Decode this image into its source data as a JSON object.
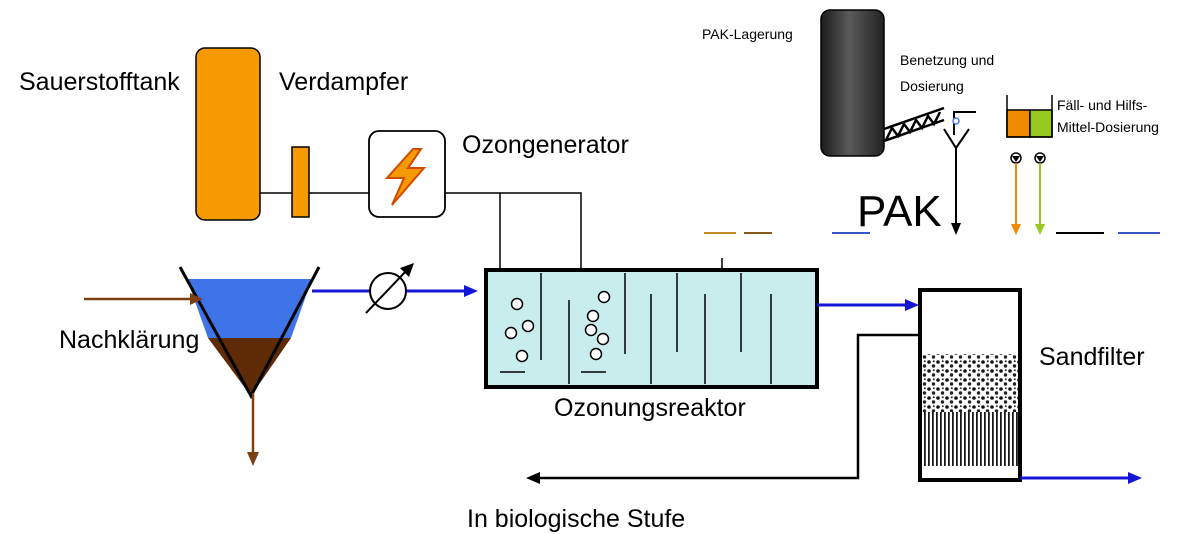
{
  "labels": {
    "oxygen_tank": "Sauerstofftank",
    "evaporator": "Verdampfer",
    "ozone_generator": "Ozongenerator",
    "secondary_clarifier": "Nachklärung",
    "ozonation_reactor": "Ozonungsreaktor",
    "sand_filter": "Sandfilter",
    "return_biological": "In biologische Stufe",
    "pac_storage": "PAK-Lagerung",
    "wetting_dosing_line1": "Benetzung und",
    "wetting_dosing_line2": "Dosierung",
    "precip_line1": "Fäll- und Hilfs-",
    "precip_line2": "Mittel-Dosierung",
    "pac": "PAK"
  },
  "colors": {
    "orange": "#F59A00",
    "influent_brown": "#7B3F12",
    "sludge_brown": "#5E2B06",
    "clear_water_blue": "#3F74E8",
    "flow_blue": "#1515D6",
    "reactor_water": "#C9ECEC",
    "precip_orange": "#F08A00",
    "precip_green": "#96C81E",
    "silo_dark": "#2E2E2E"
  },
  "icons": {
    "generator": "lightning-icon",
    "flow_meter": "flowmeter-icon",
    "pump": "pump-icon"
  }
}
